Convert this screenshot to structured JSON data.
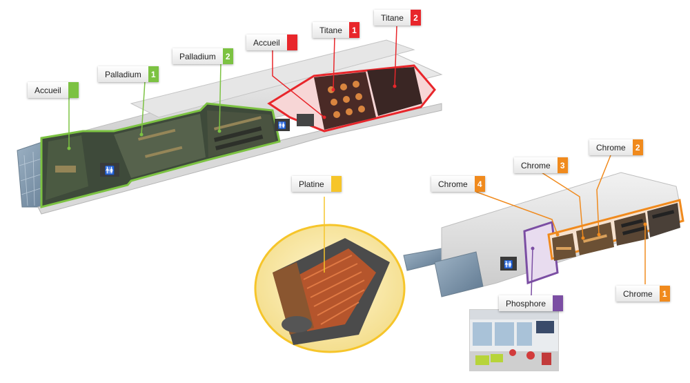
{
  "colors": {
    "green": "#7cc242",
    "red": "#e8262b",
    "yellow": "#f6c52a",
    "orange": "#f08a1d",
    "purple": "#7b4ea3"
  },
  "labels": [
    {
      "id": "accueil-green",
      "text": "Accueil",
      "num": "",
      "color": "green"
    },
    {
      "id": "palladium-1",
      "text": "Palladium",
      "num": "1",
      "color": "green"
    },
    {
      "id": "palladium-2",
      "text": "Palladium",
      "num": "2",
      "color": "green"
    },
    {
      "id": "accueil-red",
      "text": "Accueil",
      "num": "",
      "color": "red"
    },
    {
      "id": "titane-1",
      "text": "Titane",
      "num": "1",
      "color": "red"
    },
    {
      "id": "titane-2",
      "text": "Titane",
      "num": "2",
      "color": "red"
    },
    {
      "id": "platine",
      "text": "Platine",
      "num": "",
      "color": "yellow"
    },
    {
      "id": "chrome-4",
      "text": "Chrome",
      "num": "4",
      "color": "orange"
    },
    {
      "id": "chrome-3",
      "text": "Chrome",
      "num": "3",
      "color": "orange"
    },
    {
      "id": "chrome-2",
      "text": "Chrome",
      "num": "2",
      "color": "orange"
    },
    {
      "id": "chrome-1",
      "text": "Chrome",
      "num": "1",
      "color": "orange"
    },
    {
      "id": "phosphore",
      "text": "Phosphore",
      "num": "",
      "color": "purple"
    }
  ]
}
